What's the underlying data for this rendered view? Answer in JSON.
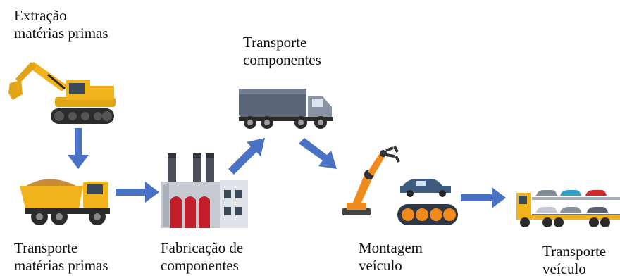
{
  "steps": [
    {
      "id": "extraction",
      "lines": [
        "Extração",
        "matérias primas"
      ],
      "icon": "excavator-icon"
    },
    {
      "id": "raw-transport",
      "lines": [
        "Transporte",
        "matérias primas"
      ],
      "icon": "dump-truck-icon"
    },
    {
      "id": "manufacturing",
      "lines": [
        "Fabricação de",
        "componentes"
      ],
      "icon": "factory-icon"
    },
    {
      "id": "component-transport",
      "lines": [
        "Transporte",
        "componentes"
      ],
      "icon": "box-truck-icon"
    },
    {
      "id": "assembly",
      "lines": [
        "Montagem",
        "veículo"
      ],
      "icon": "robot-arm-assembly-icon"
    },
    {
      "id": "vehicle-transport",
      "lines": [
        "Transporte",
        "veículo"
      ],
      "icon": "car-carrier-truck-icon"
    }
  ],
  "colors": {
    "arrow": "#4a72c4",
    "machine_yellow": "#f2b21c",
    "truck_body": "#5b6578",
    "robot_orange": "#f08a1c"
  }
}
